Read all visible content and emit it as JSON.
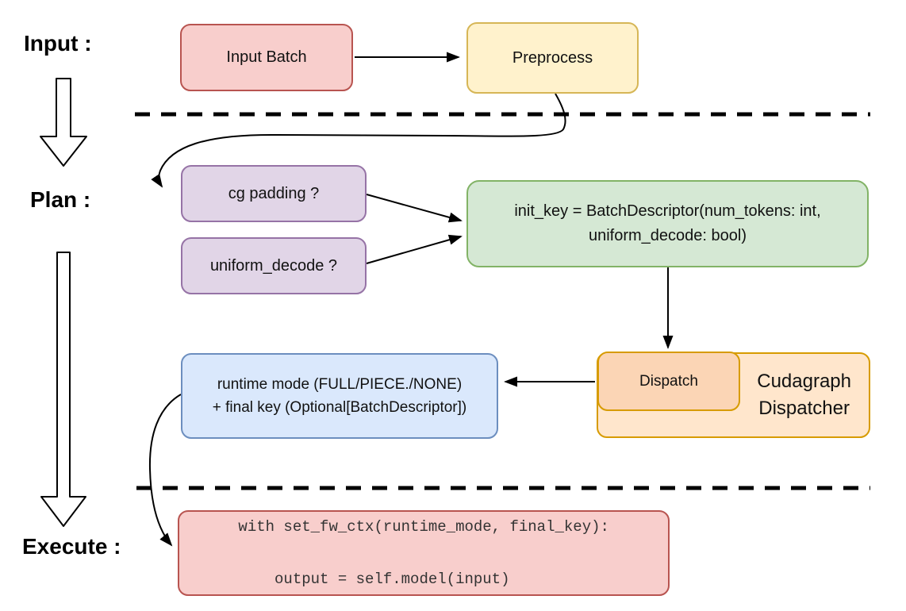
{
  "stage_labels": {
    "input": "Input :",
    "plan": "Plan :",
    "execute": "Execute :"
  },
  "nodes": {
    "input_batch": {
      "label": "Input Batch",
      "fill": "#F8CECC",
      "stroke": "#B85450"
    },
    "preprocess": {
      "label": "Preprocess",
      "fill": "#FFF2CC",
      "stroke": "#D6B656"
    },
    "cg_padding": {
      "label": "cg padding ?",
      "fill": "#E1D5E7",
      "stroke": "#9673A6"
    },
    "uniform_decode": {
      "label": "uniform_decode ?",
      "fill": "#E1D5E7",
      "stroke": "#9673A6"
    },
    "init_key": {
      "line1": "init_key = BatchDescriptor(num_tokens: int,",
      "line2": "uniform_decode: bool)",
      "fill": "#D5E8D4",
      "stroke": "#82B366"
    },
    "dispatch": {
      "label": "Dispatch",
      "fill": "#FBD5B5",
      "stroke": "#D79B00"
    },
    "cudagraph_dispatcher": {
      "line1": "Cudagraph",
      "line2": "Dispatcher",
      "fill": "#FFE6CC",
      "stroke": "#D79B00"
    },
    "runtime_mode": {
      "line1": "runtime mode (FULL/PIECE./NONE)",
      "line2": "+ final key (Optional[BatchDescriptor])",
      "fill": "#DAE8FC",
      "stroke": "#6C8EBF"
    },
    "execute_code": {
      "line1": "with set_fw_ctx(runtime_mode, final_key):",
      "line2": "    output = self.model(input)",
      "fill": "#F8CECC",
      "stroke": "#B85450"
    }
  },
  "separators": {
    "style": "dashed",
    "color": "#000000"
  }
}
